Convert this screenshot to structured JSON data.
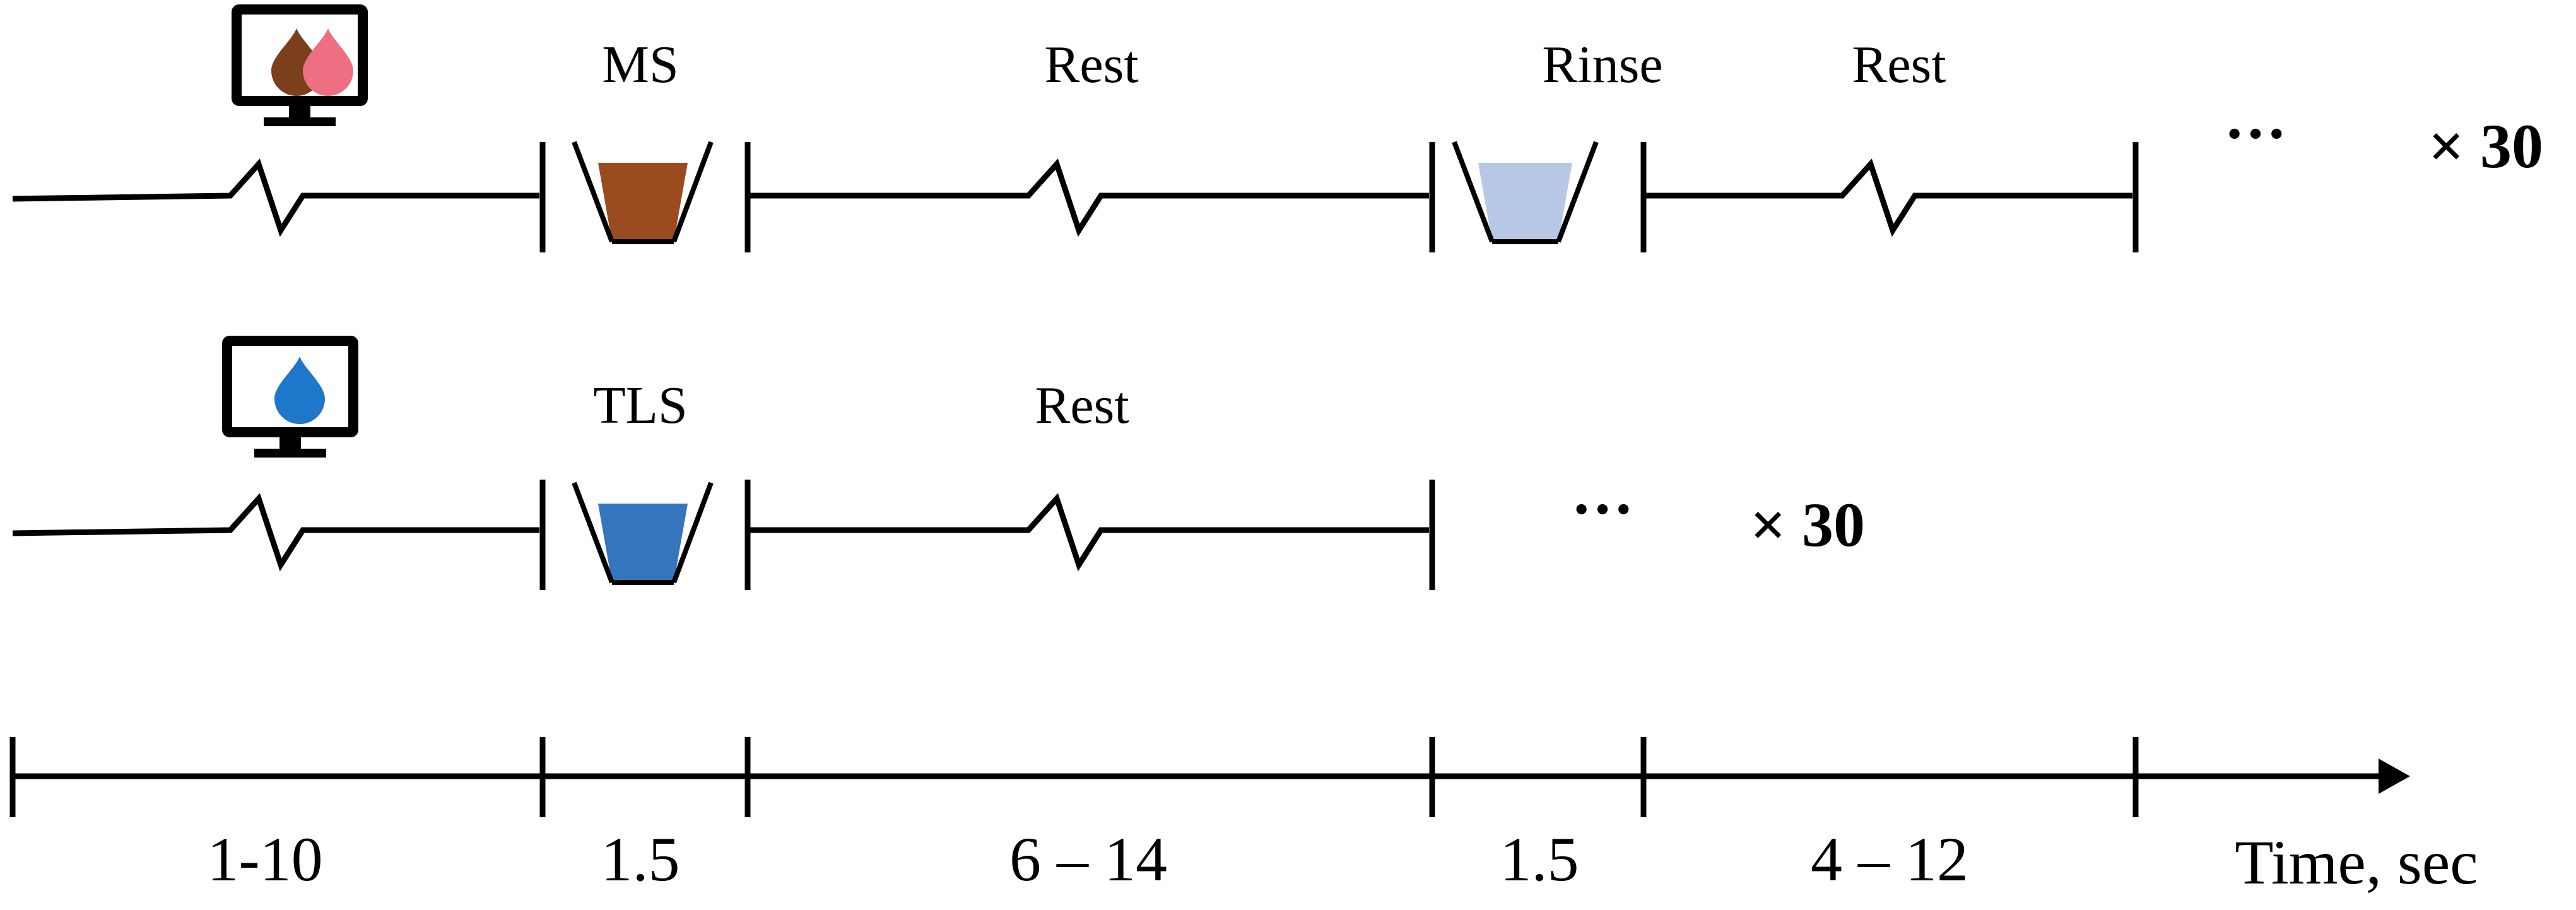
{
  "trials": [
    {
      "stimulus_icon": "monitor-two-drops-icon",
      "drop_colors": [
        "#7b3f1c",
        "#ee6f82"
      ],
      "labels": {
        "taste": "MS",
        "rest_1": "Rest",
        "rinse": "Rinse",
        "rest_2": "Rest"
      },
      "cup_colors": {
        "taste": "#9a4b1f",
        "rinse": "#b7c8e6"
      },
      "continuation": "···",
      "repeat": "× 30"
    },
    {
      "stimulus_icon": "monitor-blue-drop-icon",
      "drop_colors": [
        "#1f77c9"
      ],
      "labels": {
        "taste": "TLS",
        "rest_1": "Rest"
      },
      "cup_colors": {
        "taste": "#3575bd"
      },
      "continuation": "···",
      "repeat": "× 30"
    }
  ],
  "timeline": {
    "durations": [
      "1-10",
      "1.5",
      "6 – 14",
      "1.5",
      "4 – 12"
    ],
    "axis_label": "Time, sec"
  }
}
